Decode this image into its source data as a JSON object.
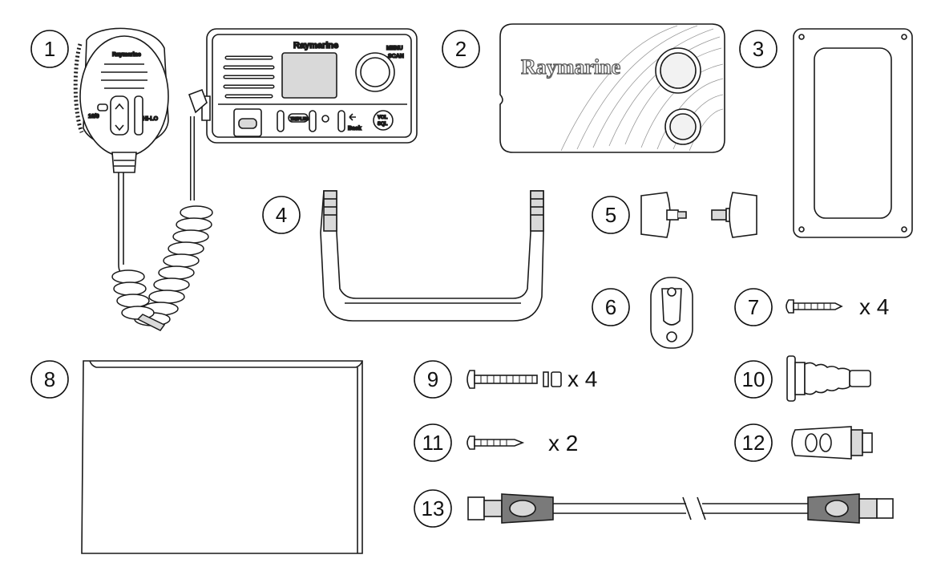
{
  "callouts": [
    "1",
    "2",
    "3",
    "4",
    "5",
    "6",
    "7",
    "8",
    "9",
    "10",
    "11",
    "12",
    "13"
  ],
  "quantities": {
    "screws_7": "x 4",
    "bolts_9": "x 4",
    "screws_11": "x 2"
  },
  "labels": {
    "radio_brand": "Raymarine",
    "handset_brand": "Raymarine",
    "cover_brand": "Raymarine",
    "key_menu": "MENU",
    "key_scan": "SCAN",
    "key_tri": "TRI/PLUS",
    "key_back": "Back",
    "key_vol": "VOL",
    "key_sql": "SQL",
    "handset_16": "16/9",
    "handset_hilo": "HI-LO"
  },
  "colors": {
    "line": "#1a1a1a",
    "fill_light": "#f2f2f2",
    "fill_mid": "#d9d9d9",
    "fill_dark": "#7a7a7a"
  }
}
